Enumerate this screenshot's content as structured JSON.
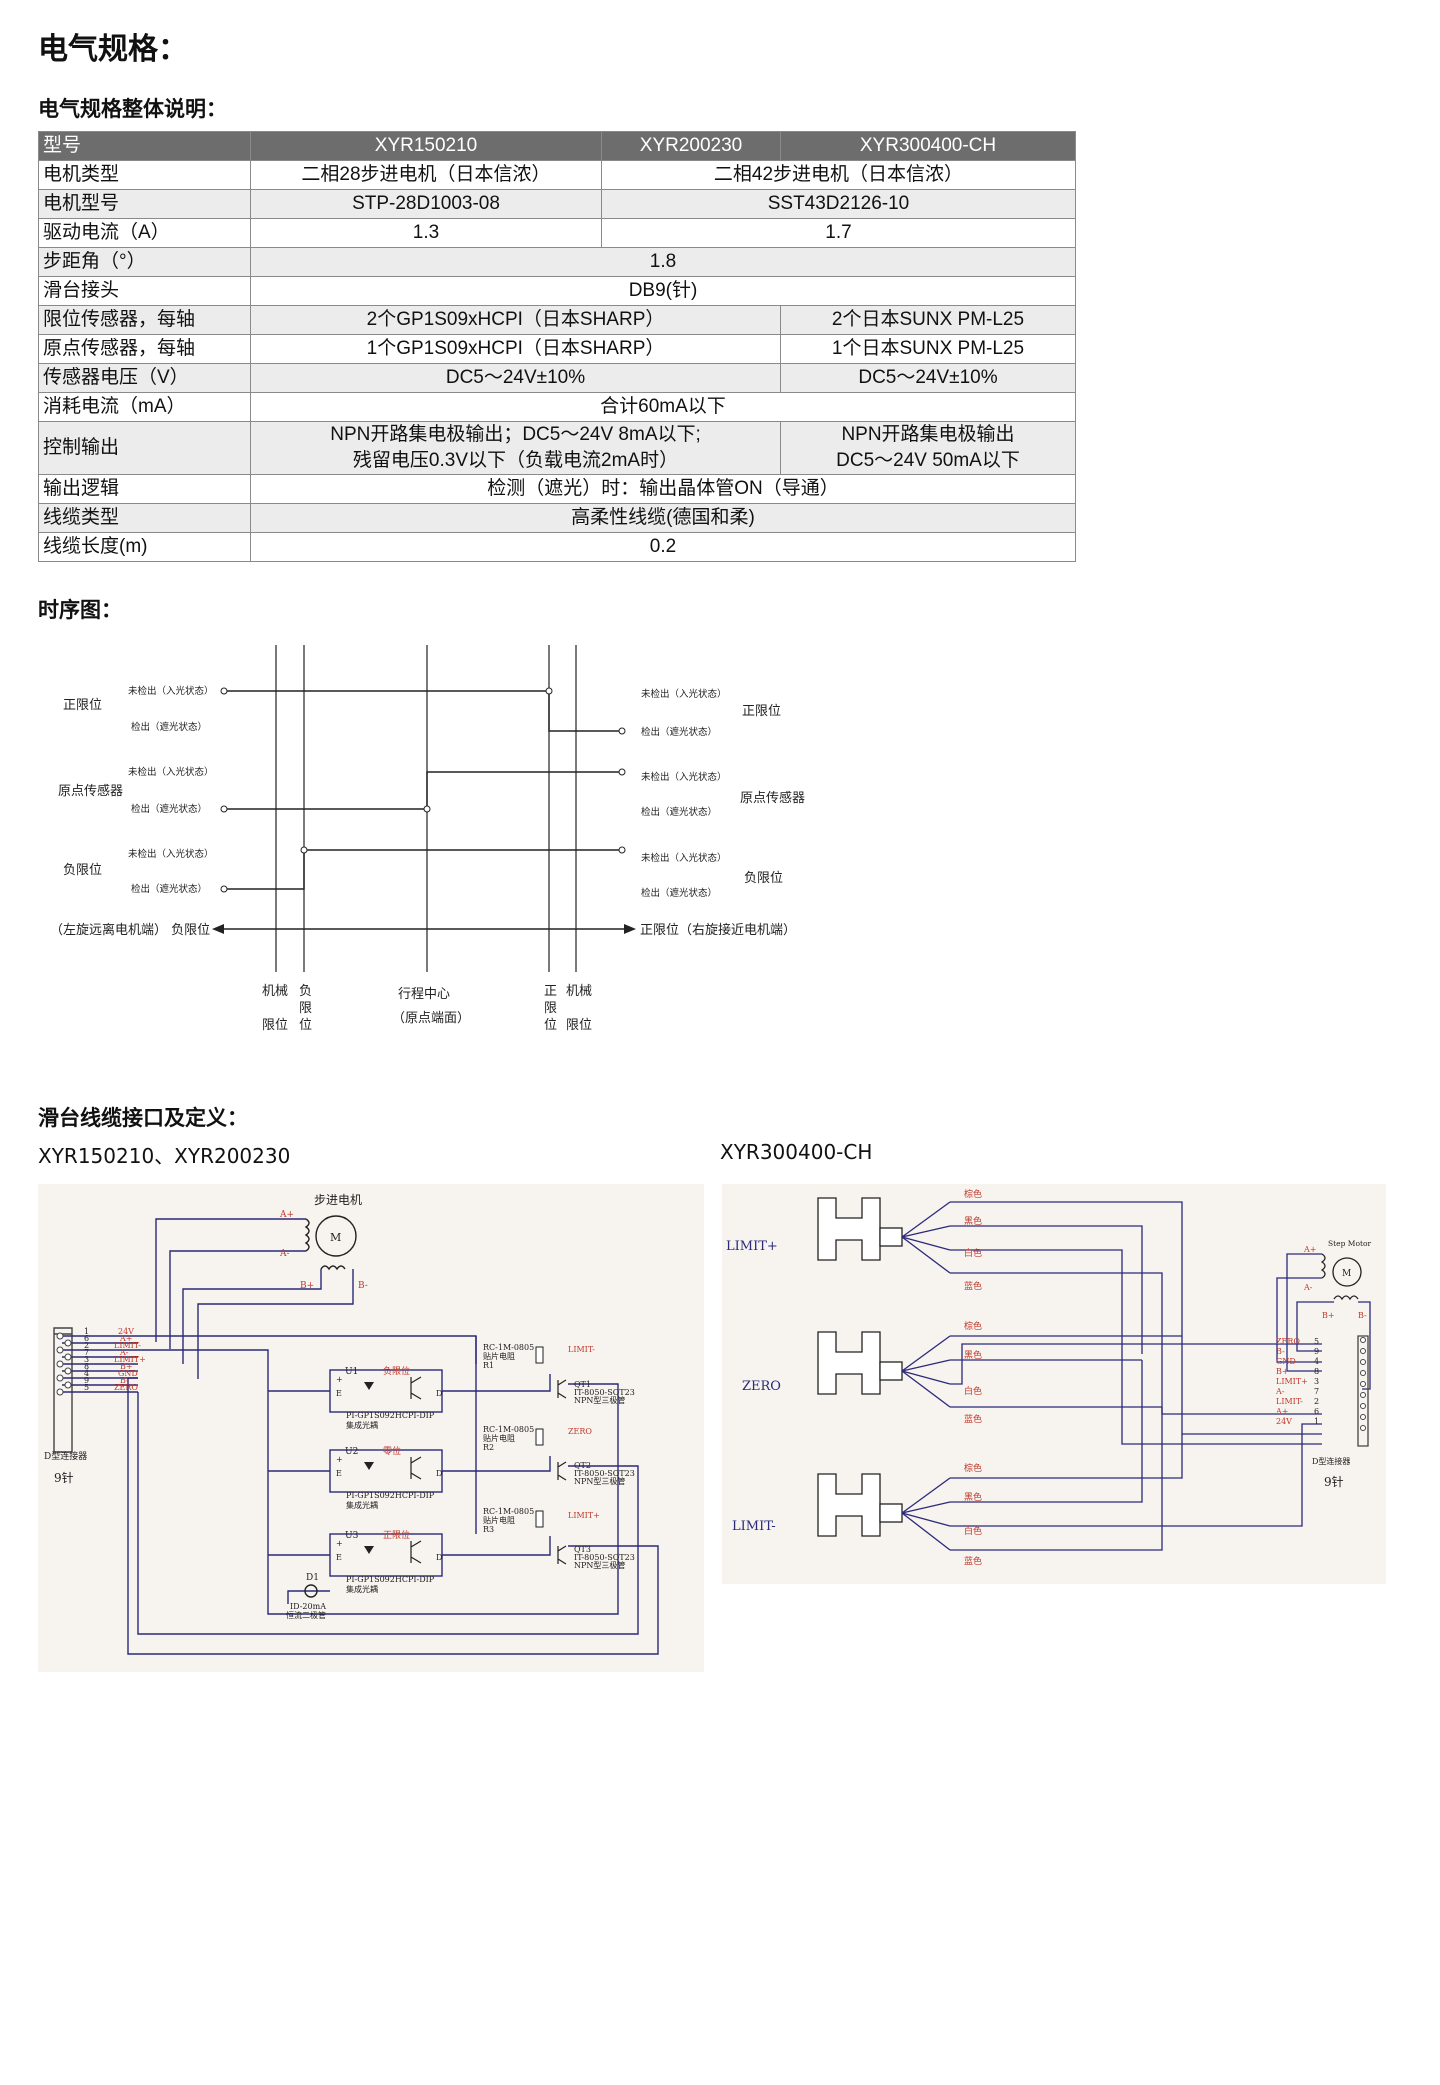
{
  "page": {
    "title": "电气规格：",
    "spec_heading": "电气规格整体说明：",
    "timing_heading": "时序图：",
    "cable_heading": "滑台线缆接口及定义：",
    "cable_left_label": "XYR150210、XYR200230",
    "cable_right_label": "XYR300400-CH"
  },
  "spec_table": {
    "headers": [
      "型号",
      "XYR150210",
      "XYR200230",
      "XYR300400-CH"
    ],
    "rows": {
      "motor_type": {
        "label": "电机类型",
        "v1": "二相28步进电机（日本信浓）",
        "v2": "二相42步进电机（日本信浓）"
      },
      "motor_model": {
        "label": "电机型号",
        "v1": "STP-28D1003-08",
        "v2": "SST43D2126-10"
      },
      "drive_current": {
        "label": "驱动电流（A）",
        "v1": "1.3",
        "v2": "1.7"
      },
      "step_angle": {
        "label": "步距角（°）",
        "v": "1.8"
      },
      "slide_connector": {
        "label": "滑台接头",
        "v": "DB9(针)"
      },
      "limit_sensor": {
        "label": "限位传感器，每轴",
        "v1": "2个GP1S09xHCPI（日本SHARP）",
        "v2": "2个日本SUNX PM-L25"
      },
      "origin_sensor": {
        "label": "原点传感器，每轴",
        "v1": "1个GP1S09xHCPI（日本SHARP）",
        "v2": "1个日本SUNX PM-L25"
      },
      "sensor_voltage": {
        "label": "传感器电压（V）",
        "v1": "DC5～24V±10%",
        "v2": "DC5～24V±10%"
      },
      "current_consumption": {
        "label": "消耗电流（mA）",
        "v": "合计60mA以下"
      },
      "control_output": {
        "label": "控制输出",
        "v1_line1": "NPN开路集电极输出；DC5～24V 8mA以下;",
        "v1_line2": "残留电压0.3V以下（负载电流2mA时）",
        "v2_line1": "NPN开路集电极输出",
        "v2_line2": "DC5～24V 50mA以下"
      },
      "output_logic": {
        "label": "输出逻辑",
        "v": "检测（遮光）时：输出晶体管ON（导通）"
      },
      "cable_type": {
        "label": "线缆类型",
        "v": "高柔性线缆(德国和柔)"
      },
      "cable_length": {
        "label": "线缆长度(m)",
        "v": "0.2"
      }
    }
  },
  "timing": {
    "left_labels": {
      "pos_limit": "正限位",
      "origin": "原点传感器",
      "neg_limit": "负限位"
    },
    "state_not_detected": "未检出（入光状态）",
    "state_detected": "检出（遮光状态）",
    "axis_left": "（左旋远离电机端） 负限位",
    "axis_right": "正限位（右旋接近电机端）",
    "bottom": {
      "mech1_a": "机械",
      "mech1_b": "限位",
      "neg1": "负",
      "neg2": "限",
      "neg3": "位",
      "center1": "行程中心",
      "center2": "（原点端面）",
      "pos1": "正",
      "pos2": "限",
      "pos3": "位",
      "mech2_a": "机械",
      "mech2_b": "限位"
    }
  },
  "circuit_left": {
    "motor": "步进电机",
    "m": "M",
    "aplus": "A+",
    "aminus": "A-",
    "bplus": "B+",
    "bminus": "B-",
    "pins": [
      {
        "num": "1",
        "name": "24V"
      },
      {
        "num": "6",
        "name": "A+"
      },
      {
        "num": "2",
        "name": "LIMIT-"
      },
      {
        "num": "7",
        "name": "A-"
      },
      {
        "num": "3",
        "name": "LIMIT+"
      },
      {
        "num": "8",
        "name": "B+"
      },
      {
        "num": "4",
        "name": "GND"
      },
      {
        "num": "9",
        "name": "B-"
      },
      {
        "num": "5",
        "name": "ZERO"
      }
    ],
    "connector": "D型连接器",
    "pin_count": "9针",
    "u1": "U1",
    "u1_name": "负限位",
    "u2": "U2",
    "u2_name": "零位",
    "u3": "U3",
    "u3_name": "正限位",
    "opto_part": "PI-GP1S092HCPI-DIP",
    "opto_desc": "集成光耦",
    "res_part": "RC-1M-0805",
    "res_desc": "贴片电阻",
    "r1": "R1",
    "r2": "R2",
    "r3": "R3",
    "out1": "LIMIT-",
    "out2": "ZERO",
    "out3": "LIMIT+",
    "qt1": "QT1",
    "qt2": "QT2",
    "qt3": "QT3",
    "tr_part": "IT-8050-SOT23",
    "tr_desc": "NPN型三极管",
    "d1": "D1",
    "d1_part": "ID-20mA",
    "d1_desc": "恒流二极管",
    "e": "E",
    "d": "D",
    "plus": "+",
    "minus": "-"
  },
  "circuit_right": {
    "sensors": [
      "LIMIT+",
      "ZERO",
      "LIMIT-"
    ],
    "wire_colors": [
      "棕色",
      "黑色",
      "白色",
      "蓝色"
    ],
    "motor": "Step Motor",
    "m": "M",
    "aplus": "A+",
    "aminus": "A-",
    "bplus": "B+",
    "bminus": "B-",
    "pins": [
      {
        "name": "ZERO",
        "num": "5"
      },
      {
        "name": "B-",
        "num": "9"
      },
      {
        "name": "GND",
        "num": "4"
      },
      {
        "name": "B+",
        "num": "8"
      },
      {
        "name": "LIMIT+",
        "num": "3"
      },
      {
        "name": "A-",
        "num": "7"
      },
      {
        "name": "LIMIT-",
        "num": "2"
      },
      {
        "name": "A+",
        "num": "6"
      },
      {
        "name": "24V",
        "num": "1"
      }
    ],
    "connector": "D型连接器",
    "pin_count": "9针"
  }
}
